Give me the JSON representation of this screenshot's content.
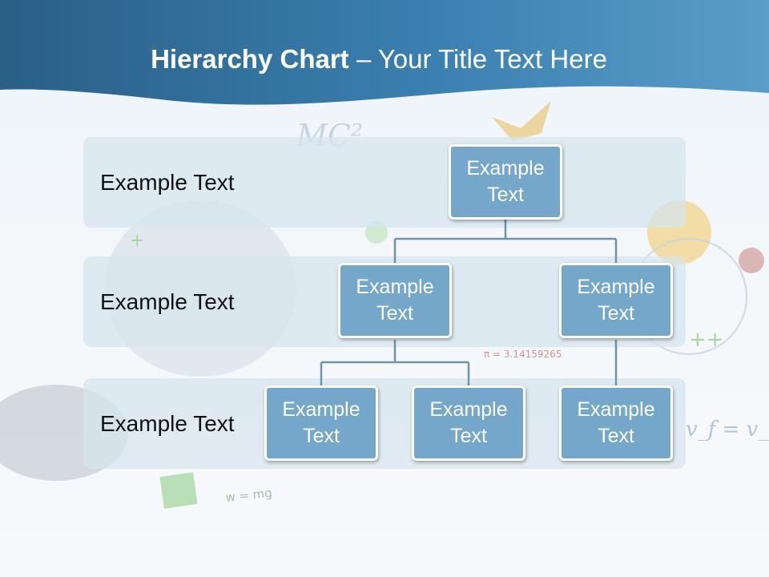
{
  "title": {
    "bold": "Hierarchy Chart",
    "rest": " – Your Title Text Here"
  },
  "background_text": {
    "formula_top": "MC²",
    "pi": "π = 3.14159265",
    "vf": "v_f = v_i + a",
    "weight": "w = mg"
  },
  "levels": [
    {
      "label": "Example Text"
    },
    {
      "label": "Example Text"
    },
    {
      "label": "Example Text"
    }
  ],
  "nodes": {
    "root": "Example Text",
    "left": "Example Text",
    "right": "Example Text",
    "left_child_1": "Example Text",
    "left_child_2": "Example Text",
    "right_child": "Example Text"
  },
  "colors": {
    "header": "#2f6f9c",
    "node_fill": "#74a7c9",
    "connector": "#6f93ad",
    "band": "#d6e5ef"
  }
}
